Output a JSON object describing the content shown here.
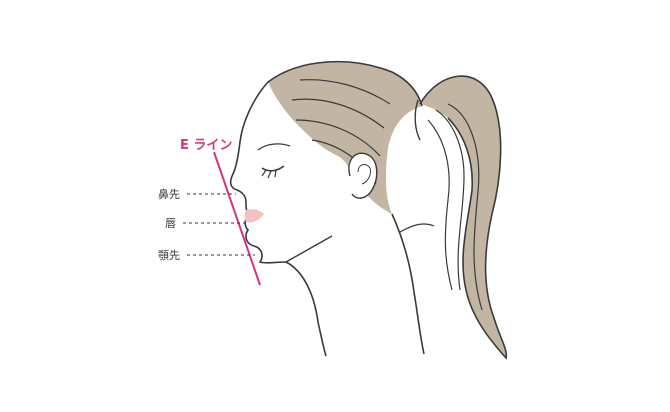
{
  "title": "E ライン",
  "labels": {
    "nose": "鼻先",
    "lips": "唇",
    "chin": "顎先"
  },
  "colors": {
    "accent": "#d6337f",
    "hair": "#c2b5a4",
    "outline": "#3a3a3a",
    "lips": "#f3c1bf",
    "text": "#333333"
  }
}
